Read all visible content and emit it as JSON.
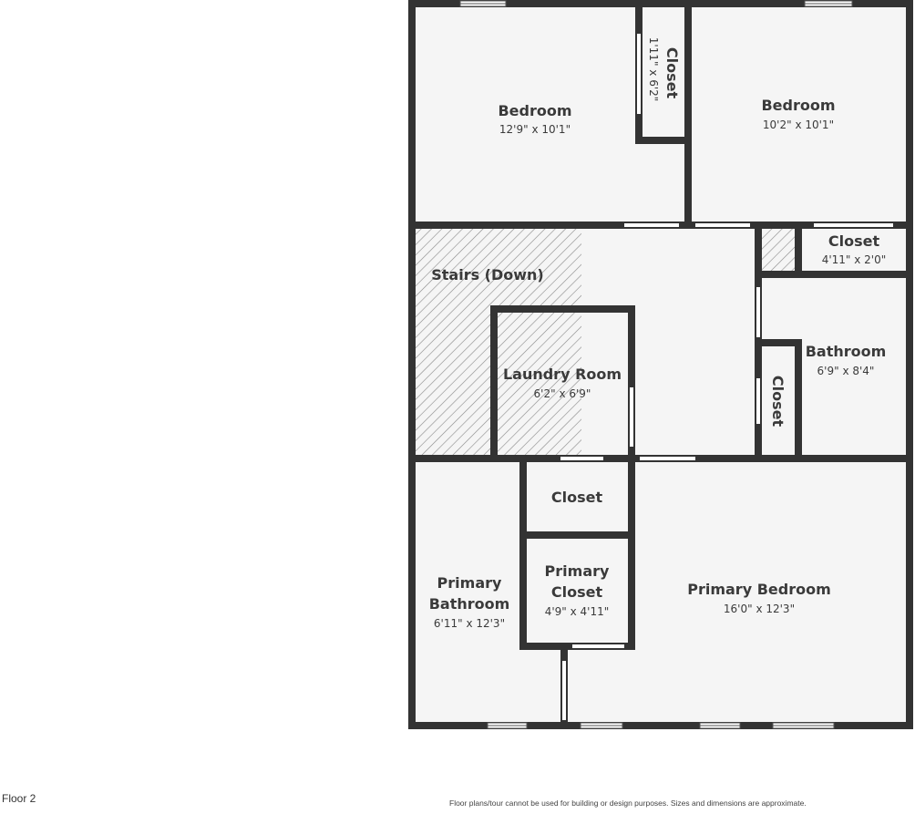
{
  "floor_label": "Floor 2",
  "disclaimer": "Floor plans/tour cannot be used for building or design purposes. Sizes and dimensions are approximate.",
  "colors": {
    "wall": "#333333",
    "floor": "#f5f5f5",
    "hatch": "#888888"
  },
  "rooms": {
    "bedroom_left": {
      "name": "Bedroom",
      "dims": "12'9\" x 10'1\""
    },
    "closet_top": {
      "name": "Closet",
      "dims": "1'11\" x 6'2\""
    },
    "bedroom_right": {
      "name": "Bedroom",
      "dims": "10'2\" x 10'1\""
    },
    "stairs": {
      "name": "Stairs (Down)"
    },
    "closet_hall": {
      "name": "Closet",
      "dims": "4'11\" x 2'0\""
    },
    "laundry": {
      "name": "Laundry Room",
      "dims": "6'2\" x 6'9\""
    },
    "bathroom": {
      "name": "Bathroom",
      "dims": "6'9\" x 8'4\""
    },
    "closet_bath": {
      "name": "Closet"
    },
    "closet_mid": {
      "name": "Closet"
    },
    "primary_closet": {
      "name1": "Primary",
      "name2": "Closet",
      "dims": "4'9\" x 4'11\""
    },
    "primary_bathroom": {
      "name1": "Primary",
      "name2": "Bathroom",
      "dims": "6'11\" x 12'3\""
    },
    "primary_bedroom": {
      "name": "Primary Bedroom",
      "dims": "16'0\" x 12'3\""
    }
  }
}
